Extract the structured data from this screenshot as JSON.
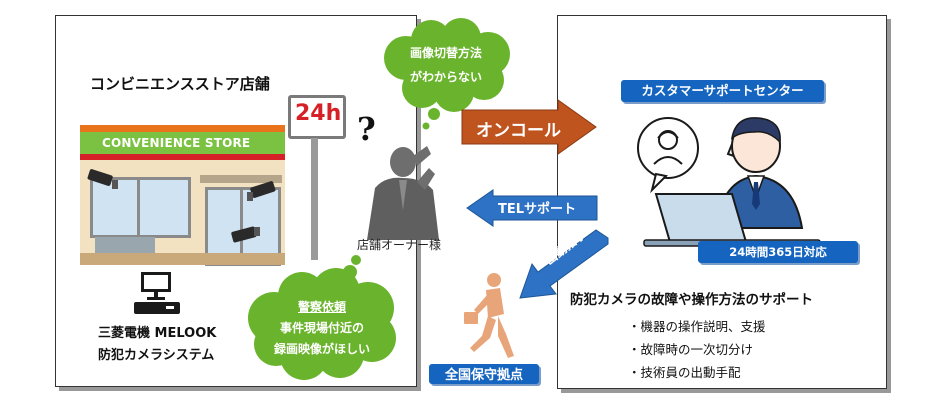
{
  "store": {
    "title": "コンビニエンスストア店舗",
    "sign_24h": "24h",
    "store_sign": "CONVENIENCE STORE",
    "system_line1": "三菱電機 MELOOK",
    "system_line2": "防犯カメラシステム"
  },
  "owner": {
    "label": "店舗オーナー様",
    "question_mark": "?",
    "bubble_top": {
      "line1": "画像切替方法",
      "line2": "がわからない"
    },
    "bubble_bottom": {
      "line1": "警察依頼",
      "line2": "事件現場付近の",
      "line3": "録画映像がほしい"
    }
  },
  "arrows": {
    "oncall": "オンコール",
    "tel_support": "TELサポート",
    "dispatch": "出動指示"
  },
  "maintenance": {
    "label": "全国保守拠点"
  },
  "support_center": {
    "title": "カスタマーサポートセンター",
    "hours_badge": "24時間365日対応",
    "heading": "防犯カメラの故障や操作方法のサポート",
    "items": [
      "・機器の操作説明、支援",
      "・故障時の一次切分け",
      "・技術員の出動手配"
    ]
  },
  "colors": {
    "bubble_green": "#6ab42d",
    "label_blue": "#1565c0",
    "arrow_orange": "#c0541f",
    "arrow_blue": "#2d72c4",
    "store_orange": "#e8731a",
    "store_green": "#7cc242",
    "store_red": "#d62027"
  }
}
